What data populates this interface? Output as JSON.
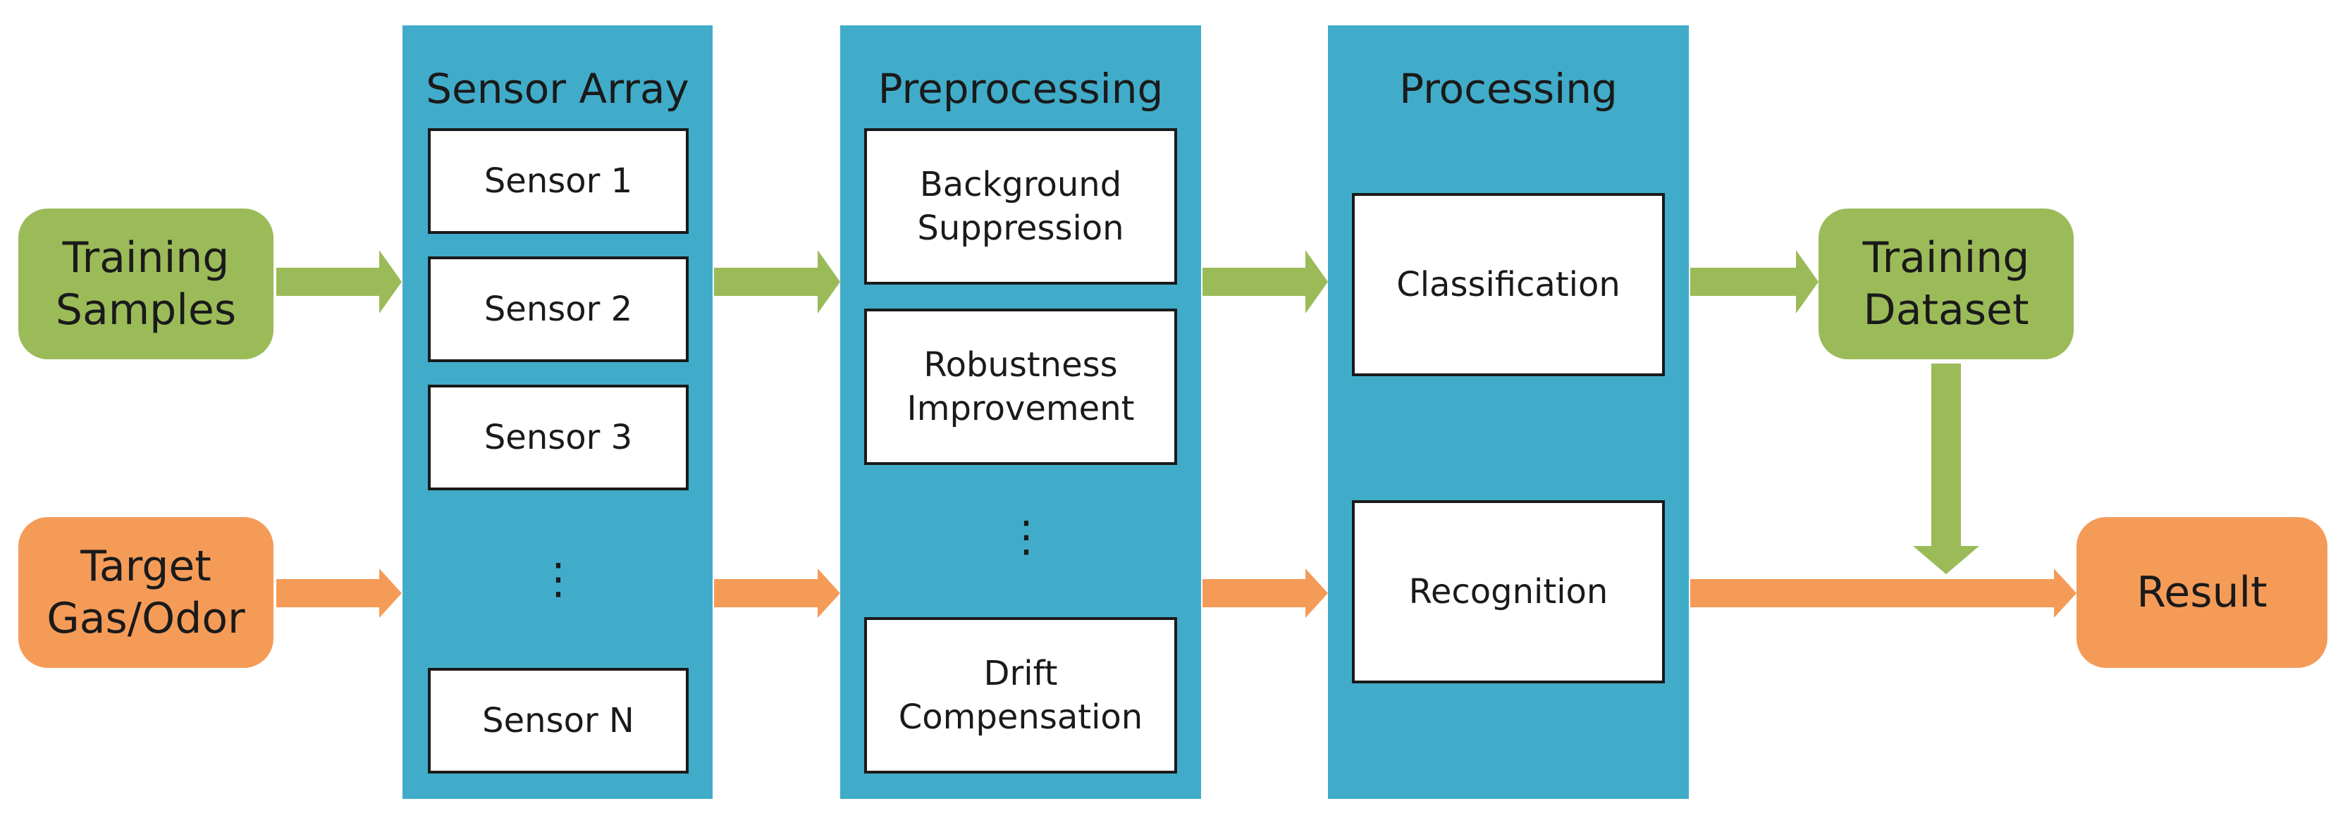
{
  "colors": {
    "panel": "#41acca",
    "green": "#9bbb59",
    "orange": "#f59b58",
    "box_border": "#1a1a1a"
  },
  "inputs": {
    "training_samples": "Training\nSamples",
    "target_gas": "Target\nGas/Odor"
  },
  "sensor_array": {
    "title": "Sensor Array",
    "sensors": [
      "Sensor 1",
      "Sensor 2",
      "Sensor 3",
      "Sensor N"
    ],
    "ellipsis": "⋮"
  },
  "preprocessing": {
    "title": "Preprocessing",
    "steps": [
      "Background\nSuppression",
      "Robustness\nImprovement",
      "Drift\nCompensation"
    ],
    "ellipsis": "⋮"
  },
  "processing": {
    "title": "Processing",
    "steps": [
      "Classification",
      "Recognition"
    ]
  },
  "outputs": {
    "training_dataset": "Training\nDataset",
    "result": "Result"
  }
}
